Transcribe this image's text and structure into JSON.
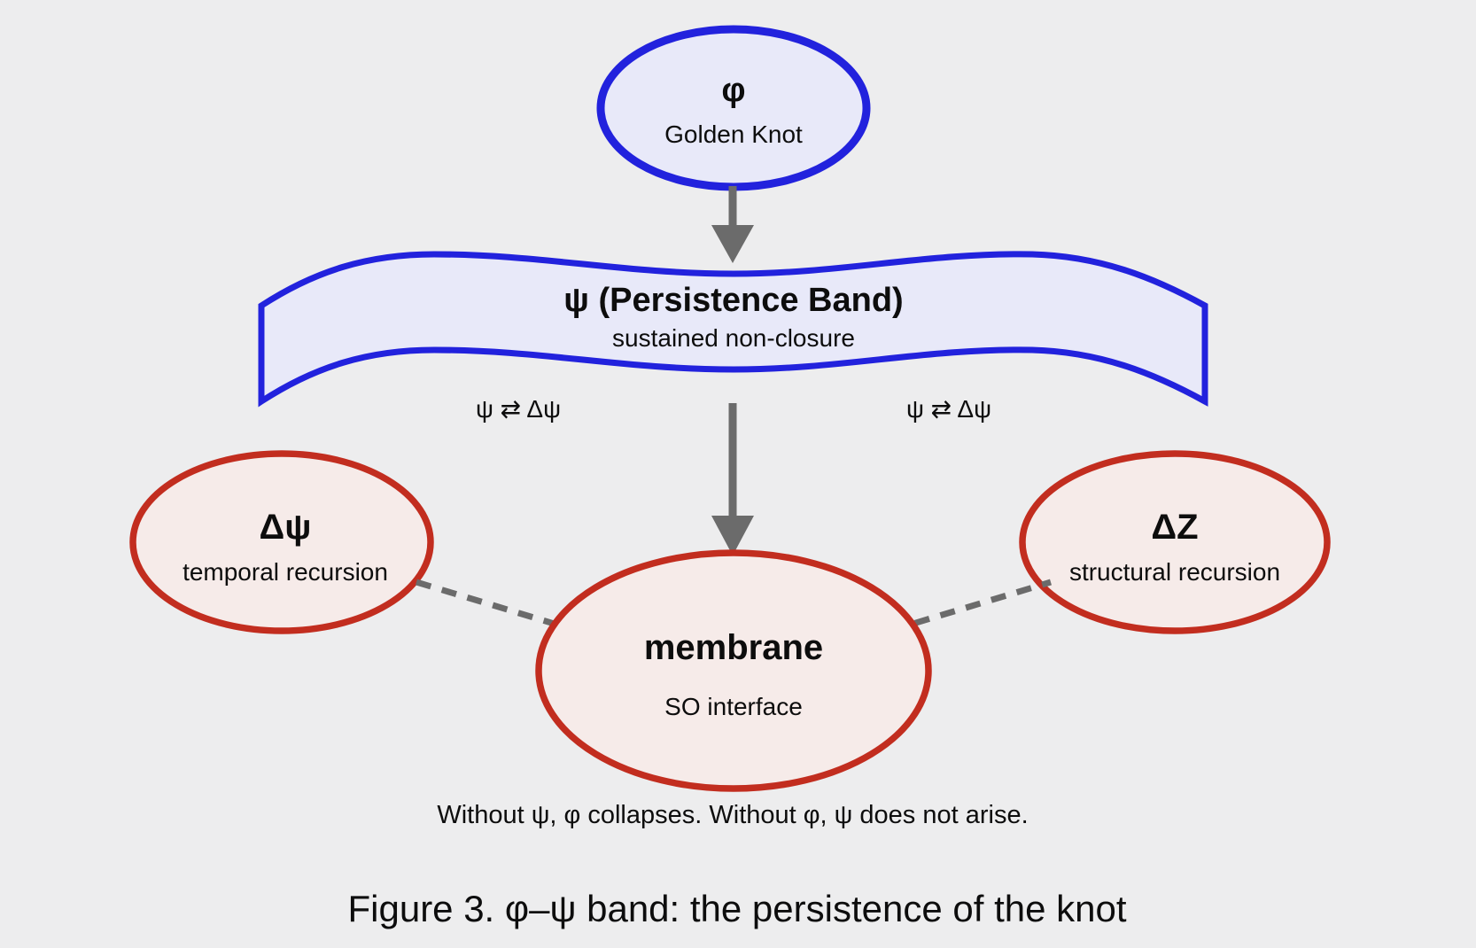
{
  "figure": {
    "caption": "Figure 3. φ–ψ band: the persistence of the knot",
    "footnote": "Without ψ, φ collapses. Without φ, ψ does not arise."
  },
  "nodes": {
    "phi": {
      "symbol": "φ",
      "label": "Golden Knot"
    },
    "band": {
      "title": "ψ (Persistence Band)",
      "subtitle": "sustained non-closure"
    },
    "delta_psi": {
      "symbol": "Δψ",
      "label": "temporal recursion"
    },
    "membrane": {
      "title": "membrane",
      "subtitle": "SO interface"
    },
    "delta_z": {
      "symbol": "ΔZ",
      "label": "structural recursion"
    }
  },
  "edge_labels": {
    "left": "ψ ⇄ Δψ",
    "right": "ψ ⇄ Δψ"
  },
  "colors": {
    "background": "#ededee",
    "blue_stroke": "#2222dd",
    "blue_fill": "#e8e9f9",
    "red_stroke": "#c22d1f",
    "red_fill": "#f6ebe9",
    "connector_gray": "#6b6b6b",
    "text": "#0d0d0d"
  }
}
